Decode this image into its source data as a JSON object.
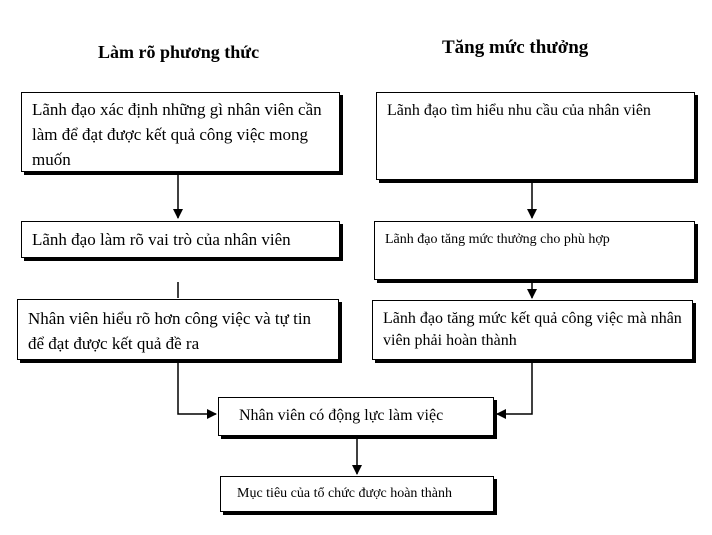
{
  "columns": {
    "left": {
      "title": "Làm rõ phương thức",
      "steps": [
        "Lãnh đạo xác định những gì nhân viên cần làm để đạt được kết quả công việc mong muốn",
        "Lãnh đạo làm rõ vai trò của nhân viên",
        "Nhân viên hiểu rõ hơn công việc và tự tin để đạt được kết quả đề ra"
      ]
    },
    "right": {
      "title": "Tăng mức thưởng",
      "steps": [
        "Lãnh đạo tìm hiểu nhu cầu của nhân viên",
        "Lãnh đạo tăng mức thưởng cho phù hợp",
        "Lãnh đạo tăng mức kết quả công việc mà nhân viên phải hoàn thành"
      ]
    }
  },
  "merge": {
    "motivation": "Nhân viên có động lực làm việc",
    "goal": "Mục tiêu của tổ chức được hoàn thành"
  }
}
